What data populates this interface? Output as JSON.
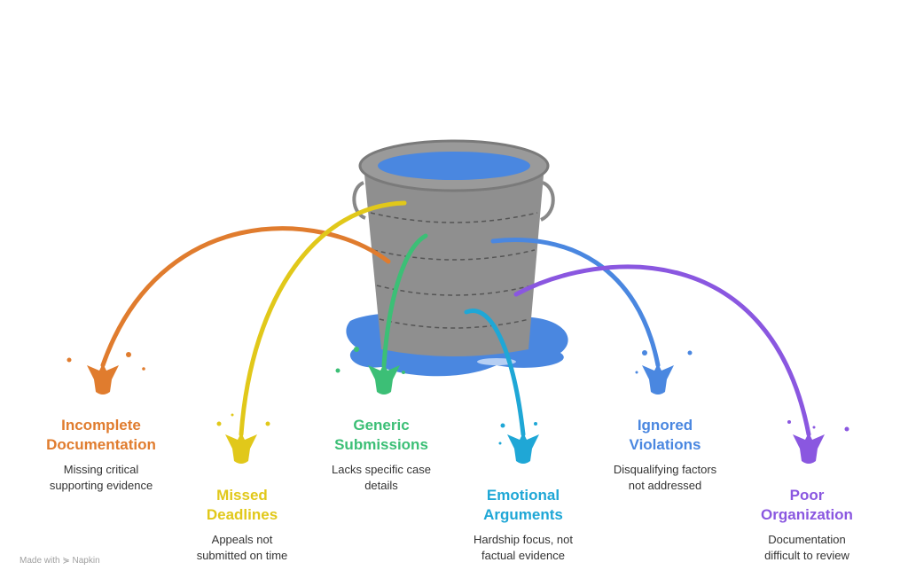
{
  "items": [
    {
      "title_line1": "Incomplete",
      "title_line2": "Documentation",
      "desc_line1": "Missing critical",
      "desc_line2": "supporting evidence",
      "color": "#e07c2e"
    },
    {
      "title_line1": "Missed",
      "title_line2": "Deadlines",
      "desc_line1": "Appeals not",
      "desc_line2": "submitted on time",
      "color": "#e1c81a"
    },
    {
      "title_line1": "Generic",
      "title_line2": "Submissions",
      "desc_line1": "Lacks specific case",
      "desc_line2": "details",
      "color": "#3cbf76"
    },
    {
      "title_line1": "Emotional",
      "title_line2": "Arguments",
      "desc_line1": "Hardship focus, not",
      "desc_line2": "factual evidence",
      "color": "#1fa7d6"
    },
    {
      "title_line1": "Ignored",
      "title_line2": "Violations",
      "desc_line1": "Disqualifying factors",
      "desc_line2": "not addressed",
      "color": "#4a87e0"
    },
    {
      "title_line1": "Poor",
      "title_line2": "Organization",
      "desc_line1": "Documentation",
      "desc_line2": "difficult to review",
      "color": "#8a57e0"
    }
  ],
  "footer": {
    "text": "Made with ⋟ Napkin"
  }
}
